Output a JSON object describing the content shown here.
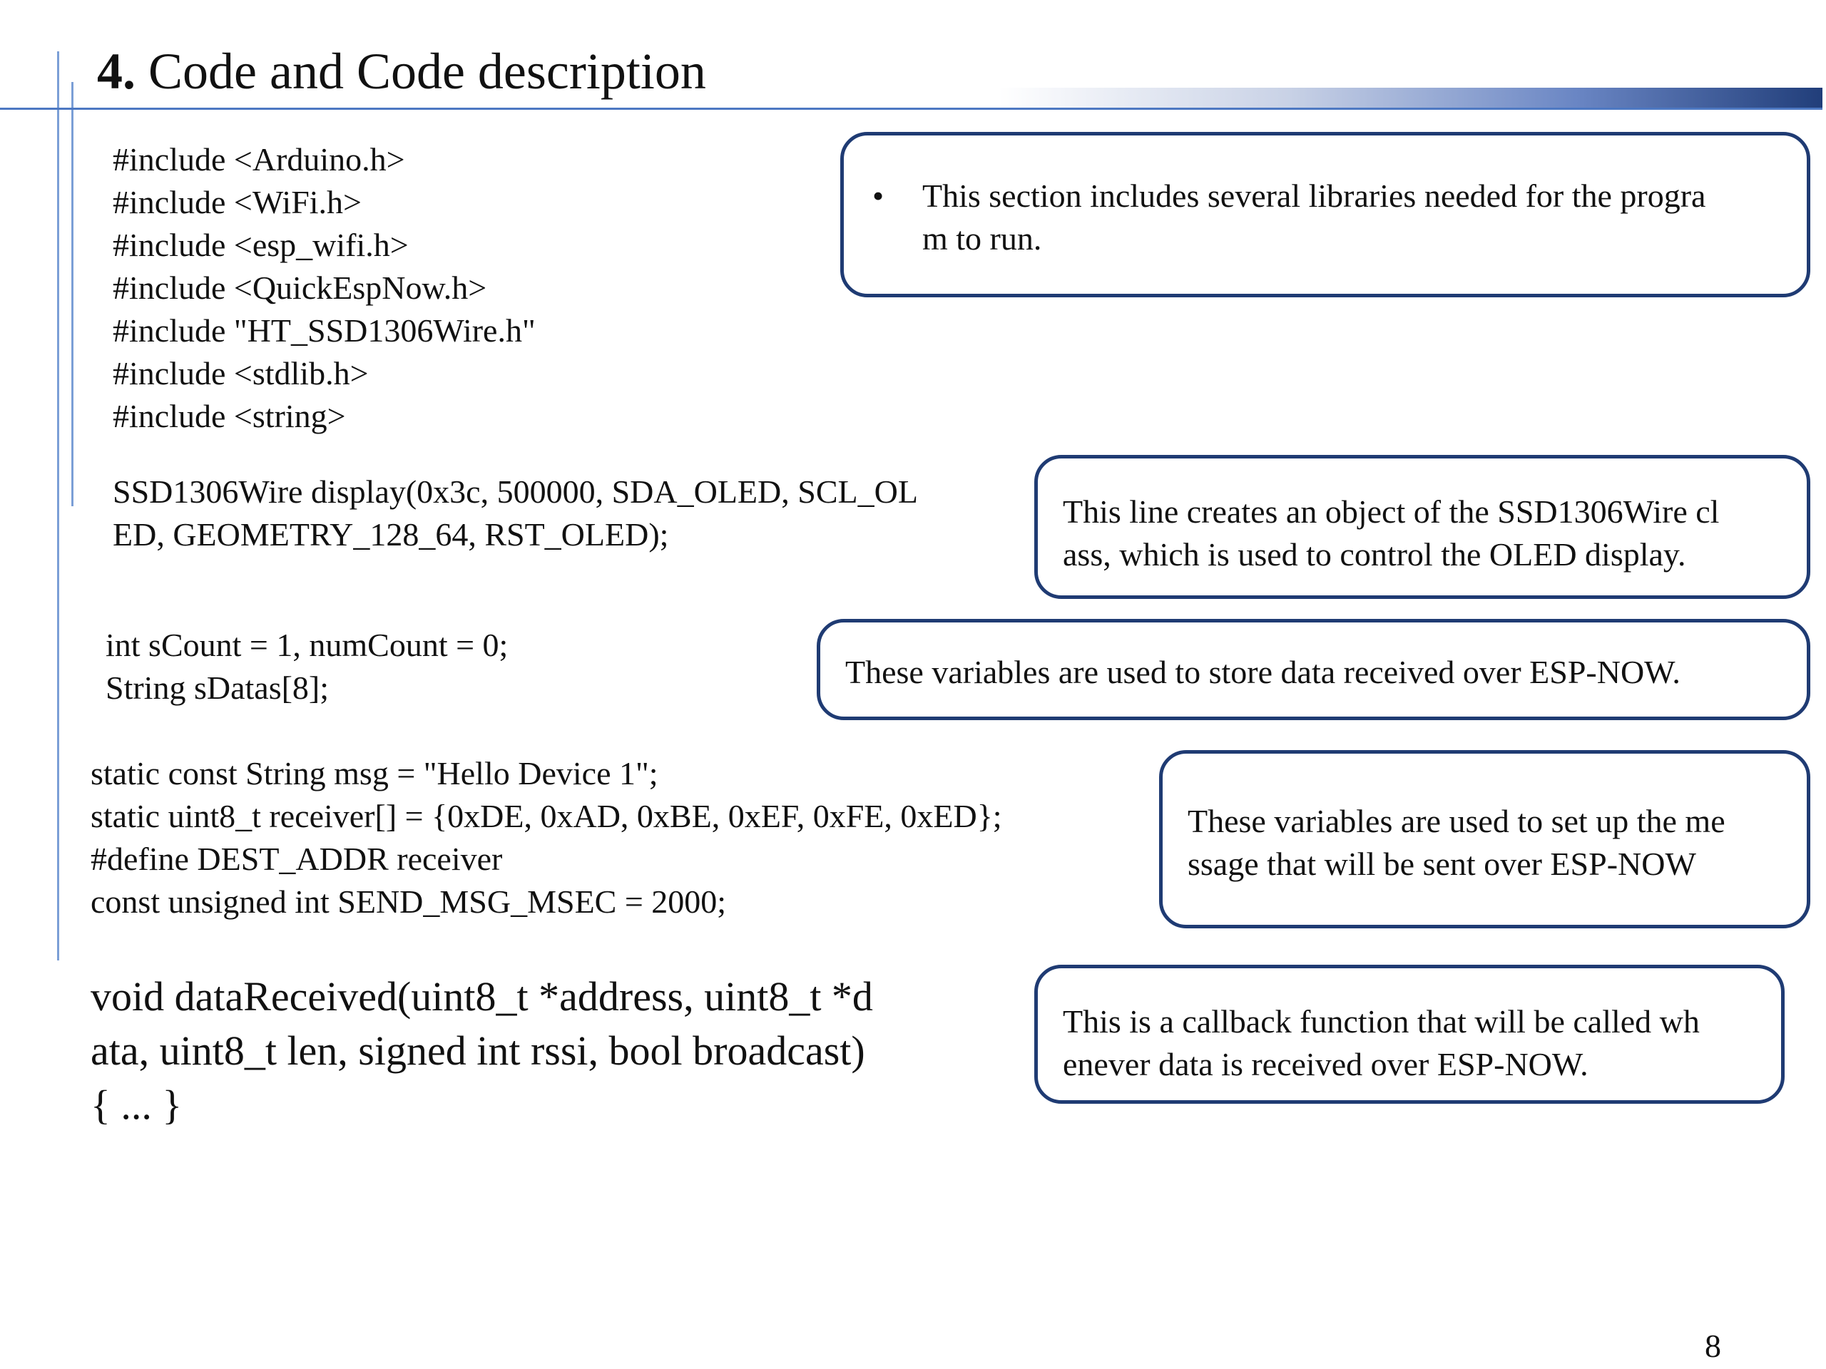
{
  "slide": {
    "title_number": "4.",
    "title_text": " Code and Code description",
    "page_number": "8"
  },
  "sections": [
    {
      "code": "#include <Arduino.h>\n#include <WiFi.h>\n#include <esp_wifi.h>\n#include <QuickEspNow.h>\n#include \"HT_SSD1306Wire.h\"\n#include <stdlib.h>\n#include <string>",
      "note_bullet": "•",
      "note": "This section includes several libraries needed for the progra\nm to run."
    },
    {
      "code": "SSD1306Wire display(0x3c, 500000, SDA_OLED, SCL_OL\nED, GEOMETRY_128_64, RST_OLED);",
      "note": "This line creates an object of the SSD1306Wire cl\nass, which is used to control the OLED display."
    },
    {
      "code": "int sCount = 1, numCount = 0;\nString sDatas[8];",
      "note": "These variables are used to store data received over ESP-NOW."
    },
    {
      "code": "static const String msg = \"Hello Device 1\";\nstatic uint8_t receiver[] = {0xDE, 0xAD, 0xBE, 0xEF, 0xFE, 0xED};\n#define DEST_ADDR receiver\nconst unsigned int SEND_MSG_MSEC = 2000;",
      "note": "These variables are used to set up the me\nssage that will be sent over ESP-NOW"
    },
    {
      "code": "void dataReceived(uint8_t *address, uint8_t *d\nata, uint8_t len, signed int rssi, bool broadcast)\n{ ... }",
      "note": "This is a callback function that will be called wh\nenever data is received over ESP-NOW."
    }
  ]
}
